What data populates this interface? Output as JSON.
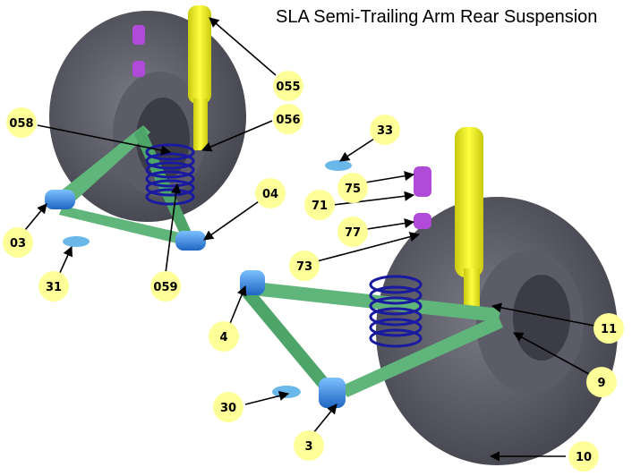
{
  "title": "SLA Semi-Trailing Arm Rear Suspension",
  "colors": {
    "tire": "#55555f",
    "tire_dark": "#3a3a44",
    "hub": "#6e6e7a",
    "shock": "#e8e820",
    "arm": "#5fb57a",
    "bushing": "#3d8de0",
    "spring": "#1a1aa0",
    "bumpstop": "#b04ad8",
    "mount": "#6ab8ea",
    "callout": "#ffff99",
    "callout_text": "#000000",
    "leader": "#000000"
  },
  "labels": {
    "l055": "055",
    "l056": "056",
    "l058": "058",
    "l04": "04",
    "l03": "03",
    "l31": "31",
    "l059": "059",
    "l33": "33",
    "l75": "75",
    "l71": "71",
    "l77": "77",
    "l73": "73",
    "l4": "4",
    "l11": "11",
    "l9": "9",
    "l30": "30",
    "l3": "3",
    "l10": "10"
  }
}
